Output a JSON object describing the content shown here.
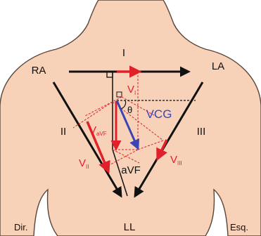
{
  "leads": {
    "lead_I": "I",
    "lead_II": "II",
    "lead_III": "III",
    "aVF": "aVF"
  },
  "electrodes": {
    "right_arm": "RA",
    "left_arm": "LA",
    "left_leg": "LL"
  },
  "vectors": {
    "v_I": {
      "main": "V",
      "sub": "I"
    },
    "v_II": {
      "main": "V",
      "sub": "II"
    },
    "v_III": {
      "main": "V",
      "sub": "III"
    },
    "v_aVF": {
      "main": "V",
      "sub": "aVF"
    },
    "vcg": "VCG",
    "theta": "θ"
  },
  "sides": {
    "right": "Dir.",
    "left": "Esq."
  },
  "colors": {
    "skin": "#f7d2b8",
    "outline": "#5a4538",
    "red": "#e0202a",
    "blue": "#3d45b4",
    "black": "#111111"
  }
}
